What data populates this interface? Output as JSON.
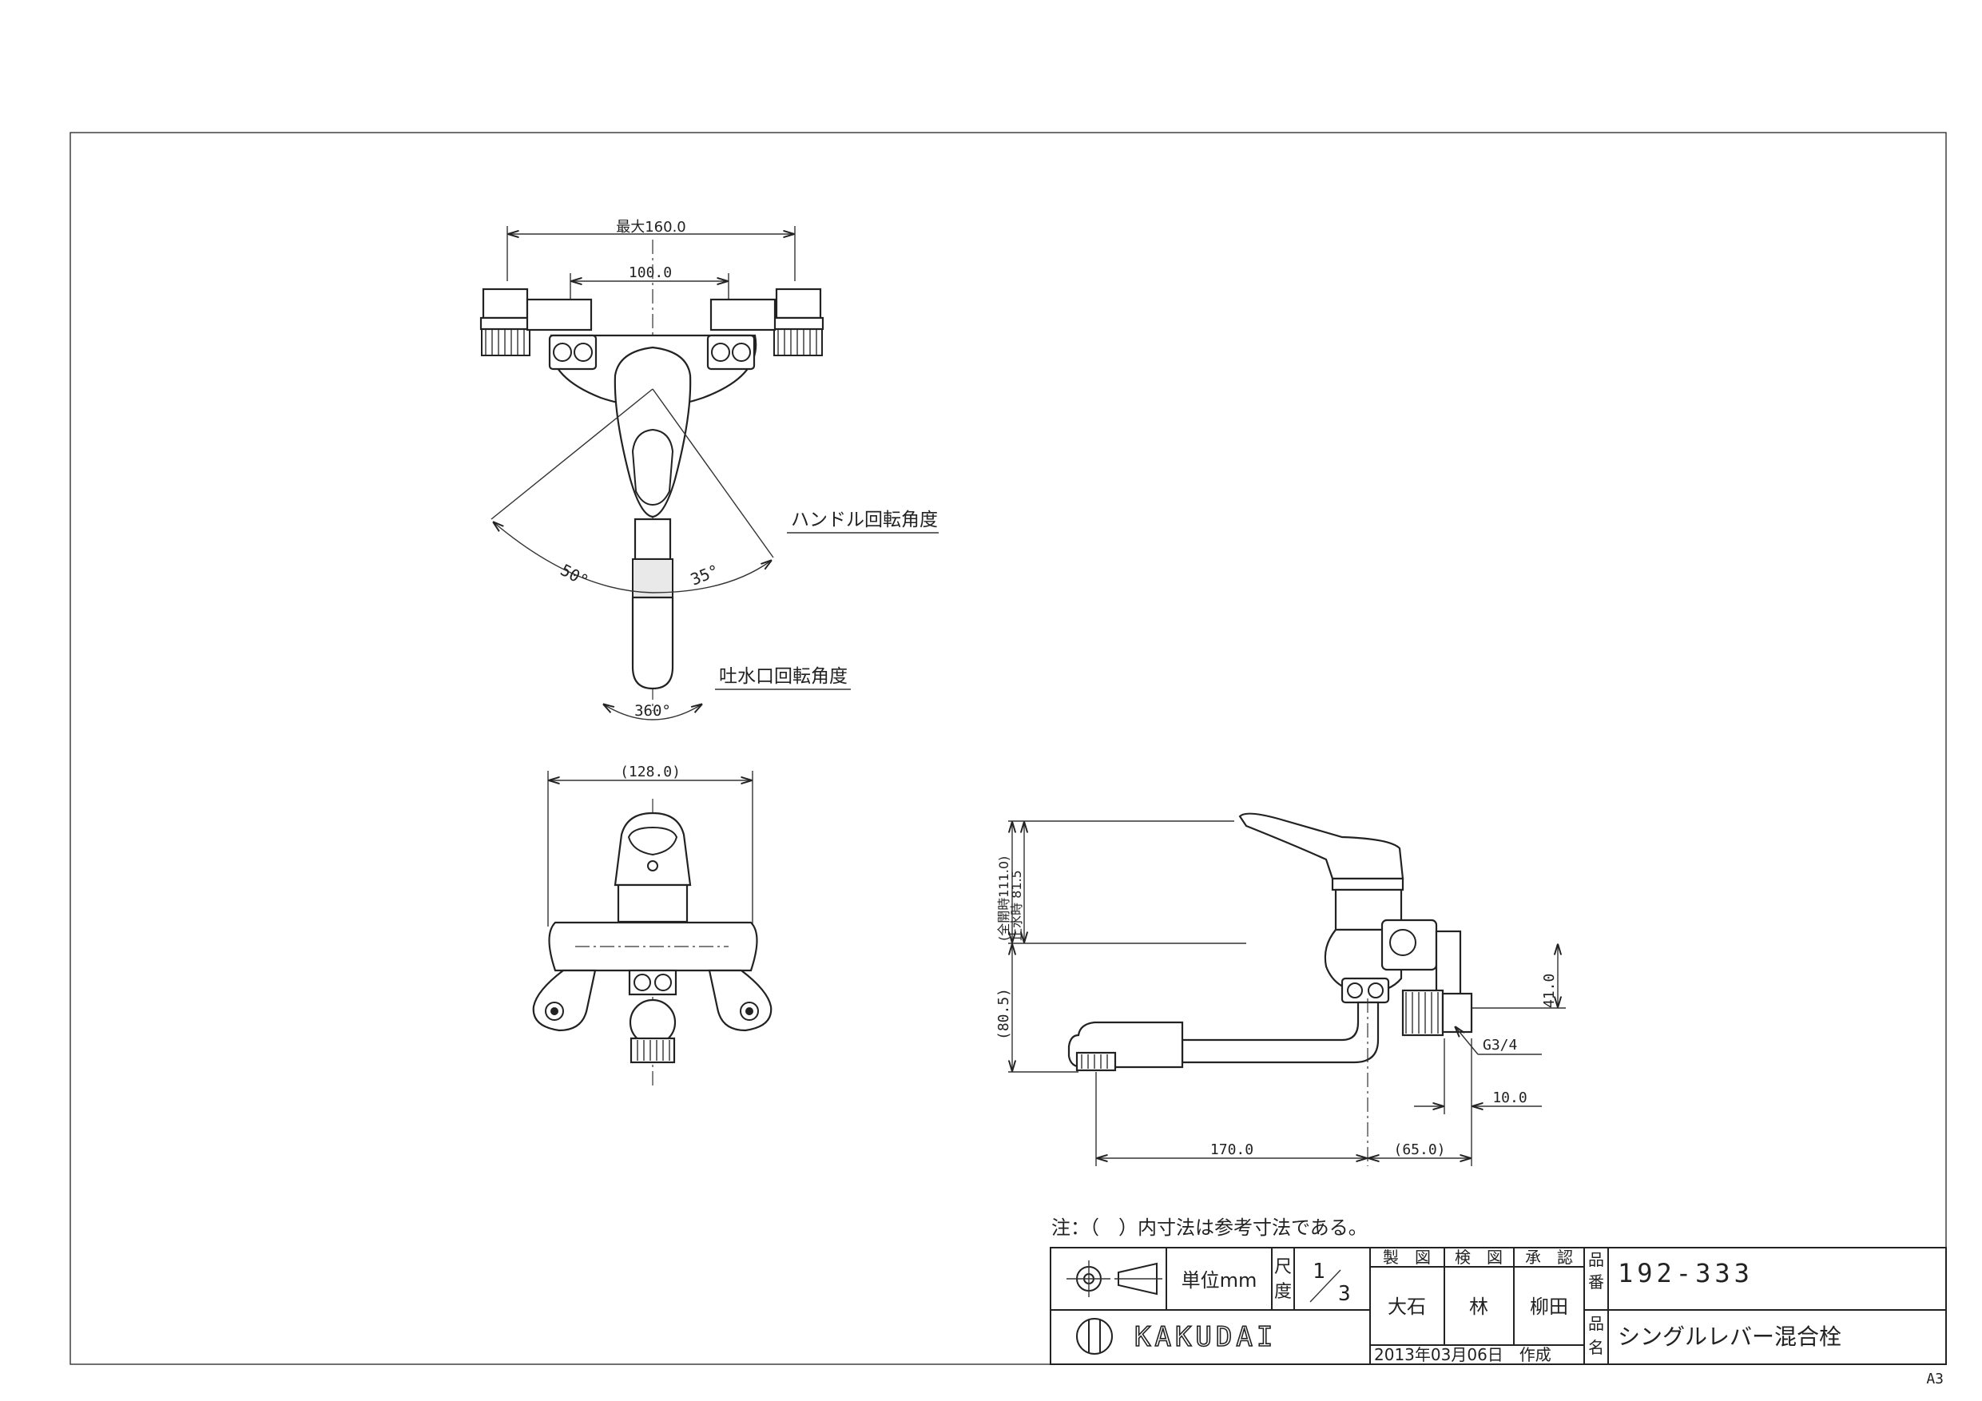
{
  "dimensions": {
    "top_max": "最大160.0",
    "top_pitch": "100.0",
    "angle_left": "50°",
    "angle_right": "35°",
    "spout_rotation": "360°",
    "front_width": "(128.0)",
    "side_full_open": "(全開時111.0)",
    "side_closed": "止水時 81.5",
    "side_lower": "(80.5)",
    "side_inlet_height": "41.0",
    "side_thread": "G3/4",
    "side_offset": "10.0",
    "side_reach": "170.0",
    "side_depth": "(65.0)"
  },
  "callouts": {
    "handle_rotation": "ハンドル回転角度",
    "spout_rotation": "吐水口回転角度"
  },
  "note": "注：（　）内寸法は参考寸法である。",
  "title_block": {
    "unit_label": "単位mm",
    "scale_label_1": "尺",
    "scale_label_2": "度",
    "scale_num": "1",
    "scale_den": "3",
    "made_header": "製　図",
    "checked_header": "検　図",
    "approved_header": "承　認",
    "made_by": "大石",
    "checked_by": "林",
    "approved_by": "柳田",
    "date": "2013年03月06日　作成",
    "part_no_label_1": "品",
    "part_no_label_2": "番",
    "part_no": "192-333",
    "part_name_label_1": "品",
    "part_name_label_2": "名",
    "part_name": "シングルレバー混合栓",
    "brand": "KAKUDAI",
    "sheet_size": "A3"
  }
}
